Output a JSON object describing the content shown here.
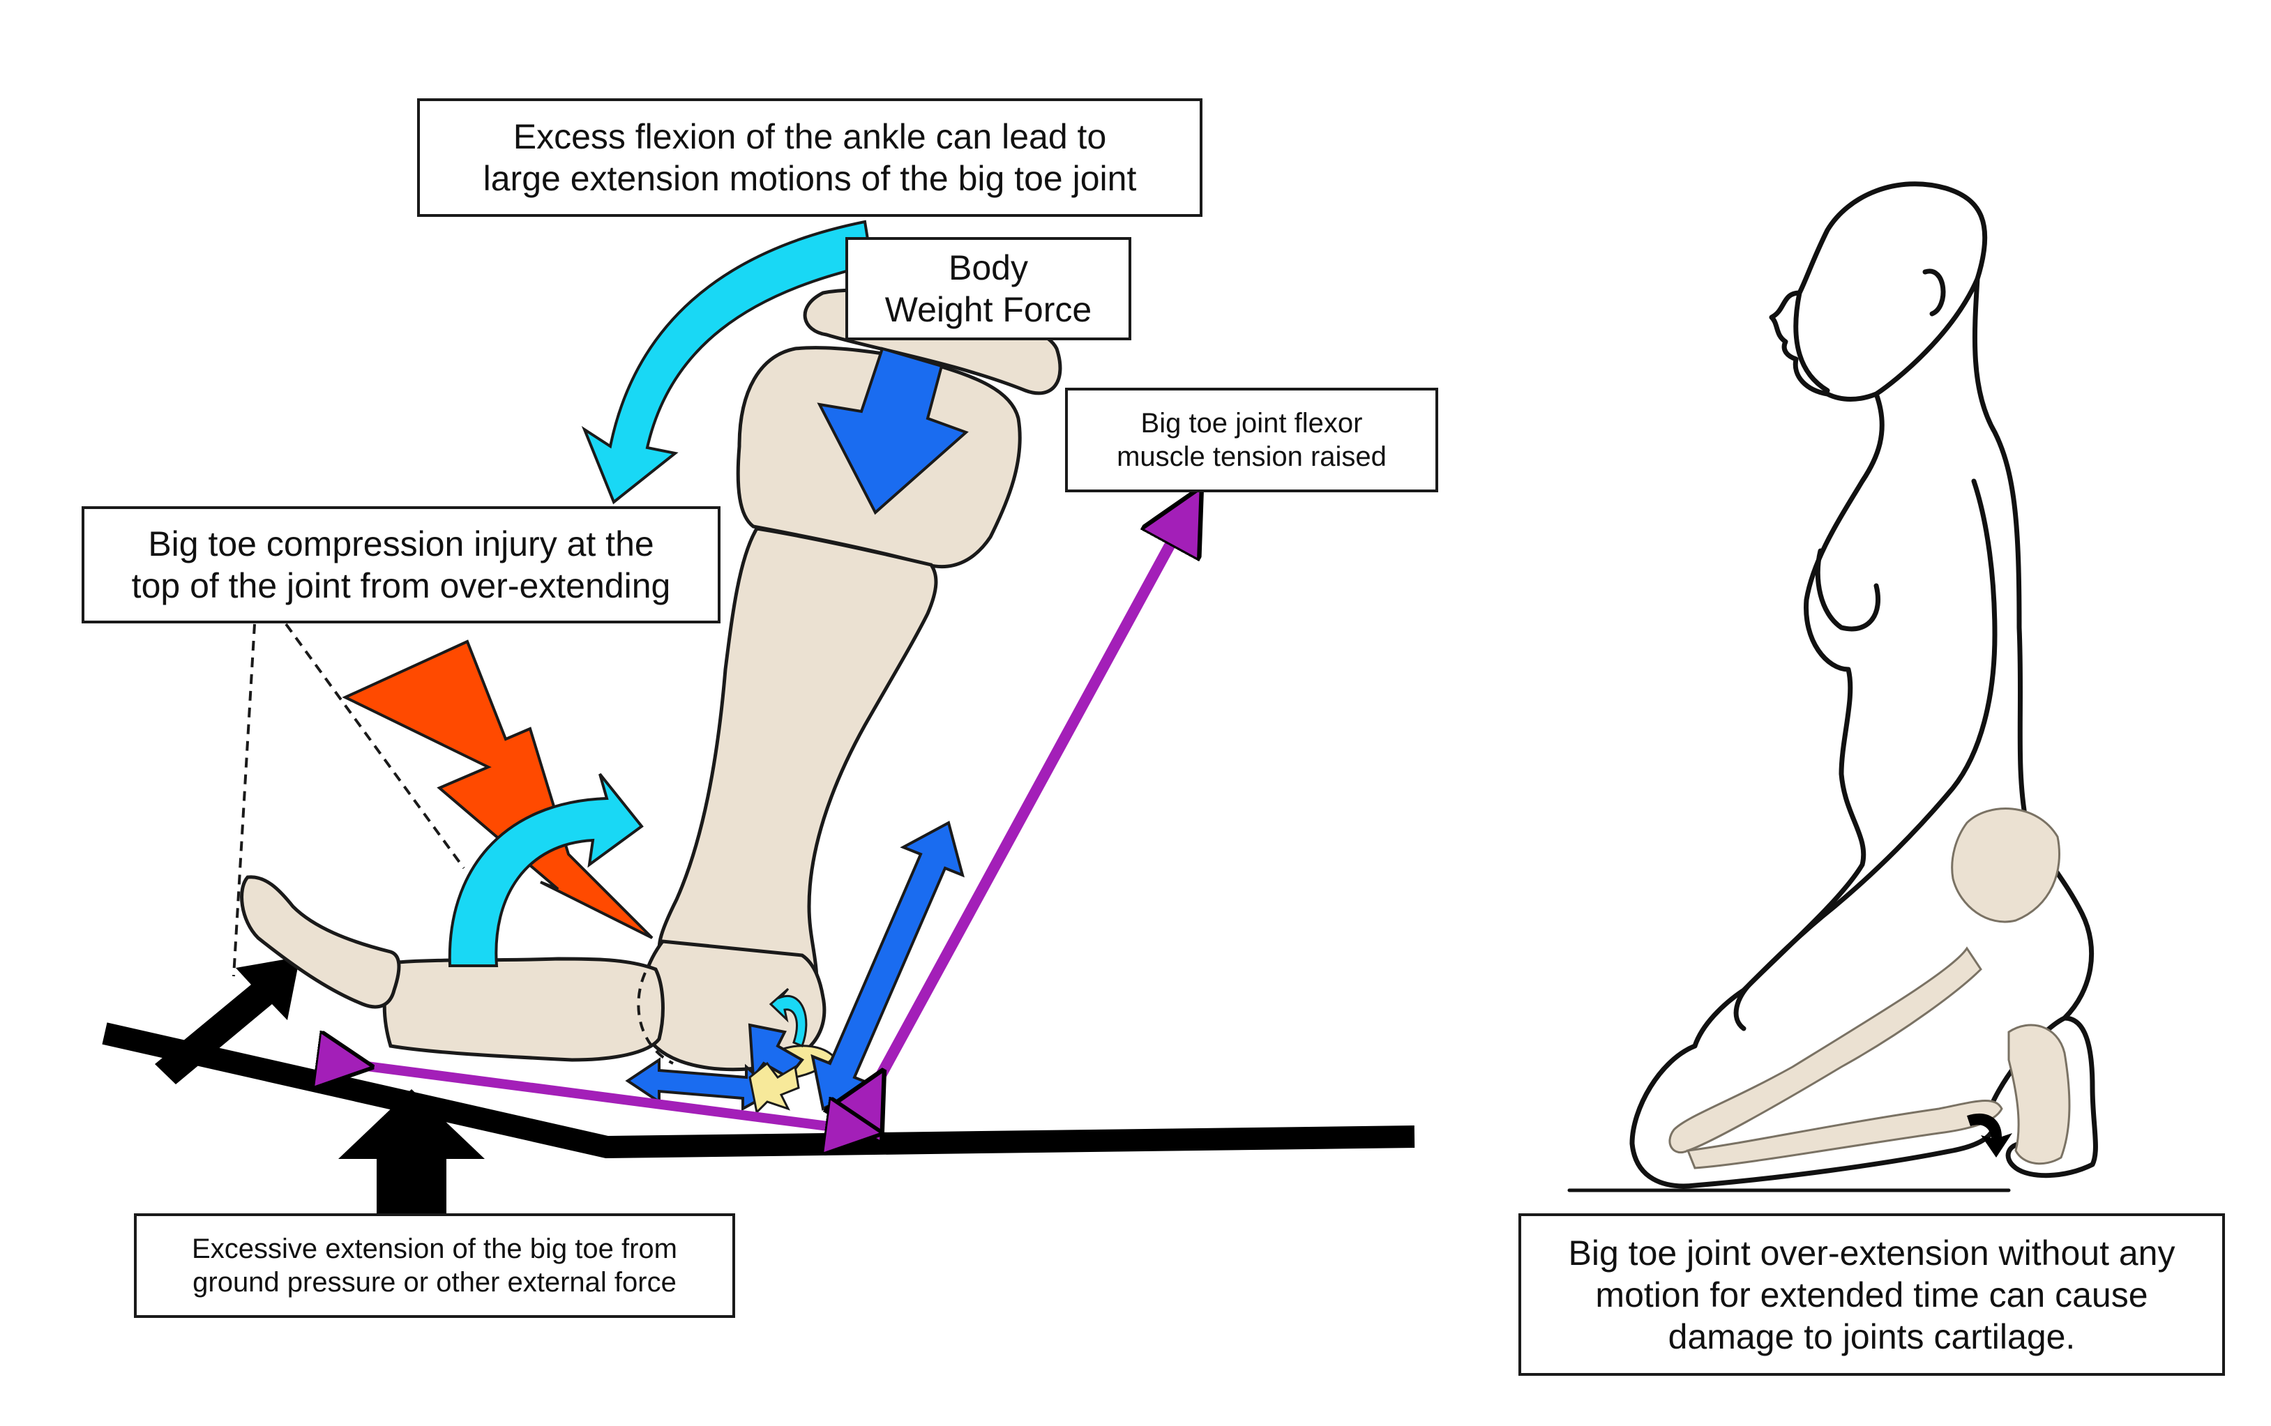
{
  "labels": {
    "ankle_flexion": {
      "line1": "Excess flexion of the ankle can lead to",
      "line2": "large extension motions of the big toe joint"
    },
    "body_weight": {
      "line1": "Body",
      "line2": "Weight Force"
    },
    "flexor_tension": {
      "line1": "Big toe joint flexor",
      "line2": "muscle tension raised"
    },
    "compression_injury": {
      "line1": "Big toe compression injury at the",
      "line2": "top of the joint from over-extending"
    },
    "excessive_extension": {
      "line1": "Excessive extension of the big toe from",
      "line2": "ground pressure or other external force"
    },
    "cartilage_damage": {
      "line1": "Big toe joint over-extension without any",
      "line2": "motion for extended time can cause",
      "line3": "damage to joints cartilage."
    }
  },
  "colors": {
    "bone": "#ebe1d2",
    "outline": "#1a1a1a",
    "cyan_arrow": "#19d8f5",
    "blue_arrow": "#1a6cf0",
    "purple_arrow": "#a31fb8",
    "injury_bolt": "#ff4a00",
    "cartilage": "#f7e99a",
    "ground": "#000000"
  },
  "icons": {
    "injury": "lightning-bolt-icon",
    "rotation": "curved-arrow-icon"
  }
}
